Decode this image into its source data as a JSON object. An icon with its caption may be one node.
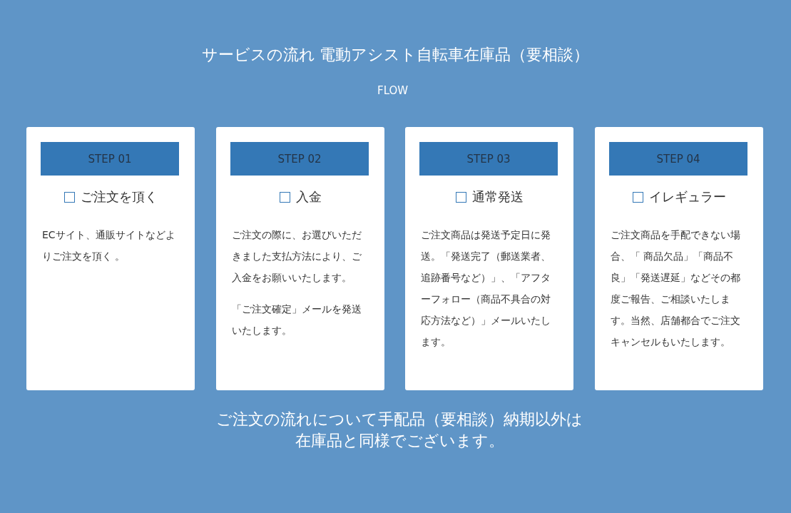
{
  "diagram": {
    "title": "サービスの流れ 電動アシスト自転車在庫品（要相談）",
    "caption": "ご注文の流れについて手配品（要相談）納期以外は在庫品と同様でございます。",
    "nodes": [
      {
        "text": [
          "ご注文を頂く",
          "ECサイト、通販サイトなどよりご注文を頂く 。"
        ]
      },
      {
        "text": [
          "STEP 01"
        ],
        "in": 0
      },
      {
        "text": [
          "入金",
          "ご注文の際に、お選びいただきました支払方法により、ご入金をお願いいたします。",
          "「ご注文確定」メールを発送いたします。"
        ]
      },
      {
        "text": [
          "STEP 02"
        ],
        "in": 2
      },
      {
        "text": [
          "通常発送",
          "ご注文商品は発送予定日に発送。「発送完了（郵送業者、追跡番号など）」、「アフターフォロー（商品不具合の対応方法など）」メールいたします。"
        ]
      },
      {
        "text": [
          "STEP 03"
        ],
        "in": 4
      },
      {
        "text": [
          "イレギュラー",
          "ご注文商品を手配できない場合、「 商品欠品」「商品不良」「発送遅延」などその都度ご報告、ご相談いたします。当然、店舗都合でご注文キャンセルもいたします。"
        ]
      },
      {
        "text": [
          "STEP 04"
        ],
        "in": 6
      }
    ],
    "labels": [
      "FLOW"
    ]
  }
}
